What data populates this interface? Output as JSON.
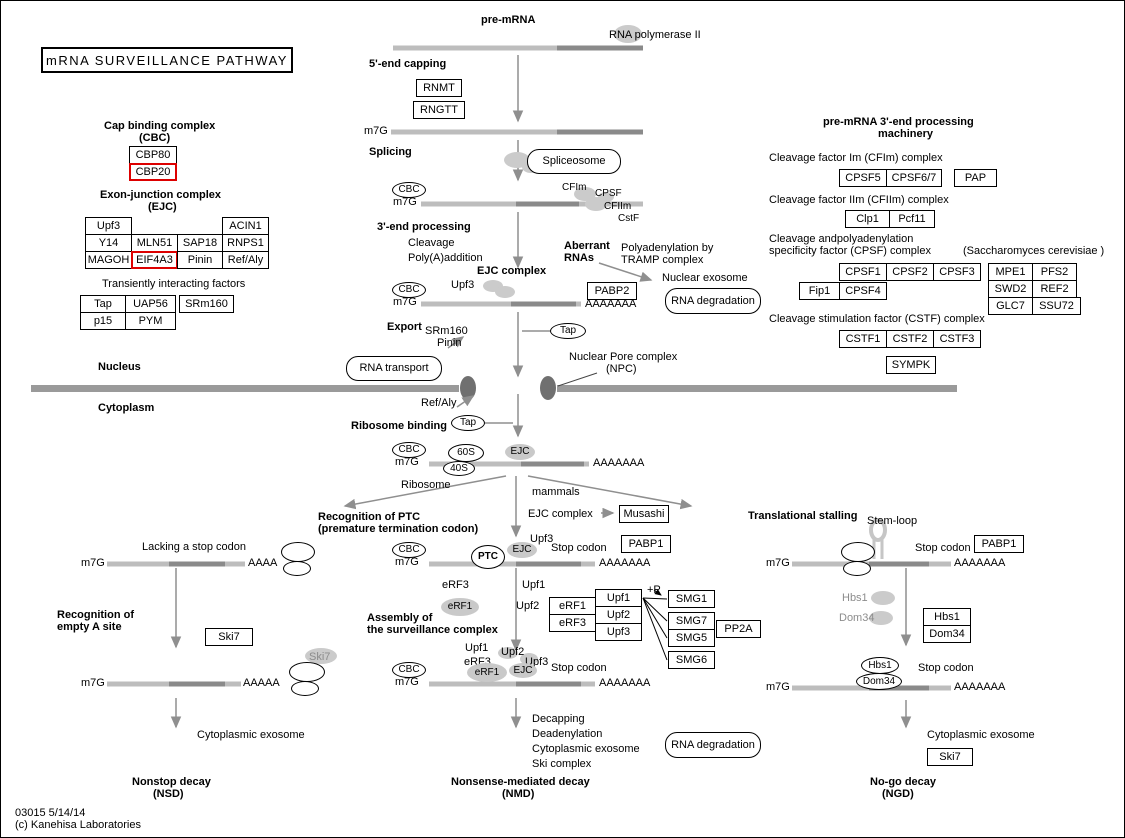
{
  "colors": {
    "highlight_box_border": "#dd0000",
    "mrna_light": "#bdbdbd",
    "mrna_dark": "#8a8a8a",
    "membrane": "#9a9a9a"
  },
  "header": {
    "title": "mRNA SURVEILLANCE PATHWAY",
    "map_number": "03015 5/14/14",
    "copyright": "(c) Kanehisa Laboratories"
  },
  "panels": {
    "cbc": {
      "h1": "Cap binding complex",
      "h2": "(CBC)",
      "cbp80": "CBP80",
      "cbp20": "CBP20"
    },
    "ejc": {
      "h1": "Exon-junction complex",
      "h2": "(EJC)",
      "upf3": "Upf3",
      "acin1": "ACIN1",
      "y14": "Y14",
      "mln51": "MLN51",
      "sap18": "SAP18",
      "rnps1": "RNPS1",
      "magoh": "MAGOH",
      "eif4a3": "EIF4A3",
      "pinin": "Pinin",
      "refaly": "Ref/Aly"
    },
    "transient": {
      "h": "Transiently interacting factors",
      "tap": "Tap",
      "uap56": "UAP56",
      "srm160": "SRm160",
      "p15": "p15",
      "pym": "PYM"
    },
    "machinery": {
      "h1": "pre-mRNA 3'-end processing",
      "h2": "machinery",
      "cfim_h": "Cleavage factor Im (CFIm) complex",
      "cpsf5": "CPSF5",
      "cpsf67": "CPSF6/7",
      "pap": "PAP",
      "cfiim_h": "Cleavage factor IIm (CFIIm) complex",
      "clp1": "Clp1",
      "pcf11": "Pcf11",
      "cpsf_h1": "Cleavage andpolyadenylation",
      "cpsf_h2": "specificity factor (CPSF) complex",
      "yeast": "(Saccharomyces cerevisiae )",
      "cpsf1": "CPSF1",
      "cpsf2": "CPSF2",
      "cpsf3": "CPSF3",
      "fip1": "Fip1",
      "cpsf4": "CPSF4",
      "mpe1": "MPE1",
      "pfs2": "PFS2",
      "swd2": "SWD2",
      "ref2": "REF2",
      "glc7": "GLC7",
      "ssu72": "SSU72",
      "cstf_h": "Cleavage stimulation factor (CSTF) complex",
      "cstf1": "CSTF1",
      "cstf2": "CSTF2",
      "cstf3": "CSTF3",
      "sympk": "SYMPK"
    }
  },
  "nucleus": {
    "pre_mrna": "pre-mRNA",
    "rna_pol": "RNA polymerase II",
    "capping_h": "5'-end capping",
    "rnmt": "RNMT",
    "rngtt": "RNGTT",
    "m7g": "m7G",
    "splicing_h": "Splicing",
    "spliceosome": "Spliceosome",
    "cbc": "CBC",
    "cfim": "CFIm",
    "cpsf": "CPSF",
    "cfiim": "CFIIm",
    "cstf": "CstF",
    "processing_h": "3'-end processing",
    "cleavage": "Cleavage",
    "polya": "Poly(A)addition",
    "aberrant1": "Aberrant",
    "aberrant2": "RNAs",
    "tramp1": "Polyadenylation by",
    "tramp2": "TRAMP complex",
    "nuclear_exosome": "Nuclear exosome",
    "rna_degradation": "RNA degradation",
    "ejc_complex_h": "EJC complex",
    "upf3": "Upf3",
    "pabp2": "PABP2",
    "polya_tail": "AAAAAAA",
    "export_h": "Export",
    "srm160": "SRm160",
    "pinin": "Pinin",
    "tap": "Tap",
    "npc1": "Nuclear Pore complex",
    "npc2": "(NPC)",
    "nucleus_label": "Nucleus",
    "rna_transport": "RNA transport"
  },
  "cytoplasm": {
    "cytoplasm_label": "Cytoplasm",
    "refaly": "Ref/Aly",
    "ribosome_binding_h": "Ribosome binding",
    "s60": "60S",
    "s40": "40S",
    "ejc": "EJC",
    "ribosome": "Ribosome",
    "mammals": "mammals",
    "recognition_ptc1": "Recognition of PTC",
    "recognition_ptc2": "(premature termination codon)",
    "ejc_complex": "EJC complex",
    "musashi": "Musashi",
    "translational_stalling_h": "Translational stalling",
    "stem_loop": "Stem-loop",
    "lacking_stop": "Lacking a stop codon",
    "polya_short": "AAAA",
    "polya_short2": "AAAAA",
    "ptc": "PTC",
    "stop_codon": "Stop codon",
    "pabp1": "PABP1",
    "erf3": "eRF3",
    "erf1": "eRF1",
    "upf1": "Upf1",
    "upf2": "Upf2",
    "upf3": "Upf3",
    "recognition_empty1": "Recognition of",
    "recognition_empty2": "empty A site",
    "ski7": "Ski7",
    "assembly1": "Assembly of",
    "assembly2": "the surveillance complex",
    "plus_p": "+P",
    "smg1": "SMG1",
    "smg7": "SMG7",
    "smg5": "SMG5",
    "smg6": "SMG6",
    "pp2a": "PP2A",
    "hbs1": "Hbs1",
    "dom34": "Dom34",
    "decapping": "Decapping",
    "deadenylation": "Deadenylation",
    "cyto_exosome": "Cytoplasmic exosome",
    "ski_complex": "Ski complex",
    "nsd1": "Nonstop decay",
    "nsd2": "(NSD)",
    "nmd1": "Nonsense-mediated decay",
    "nmd2": "(NMD)",
    "ngd1": "No-go decay",
    "ngd2": "(NGD)"
  }
}
